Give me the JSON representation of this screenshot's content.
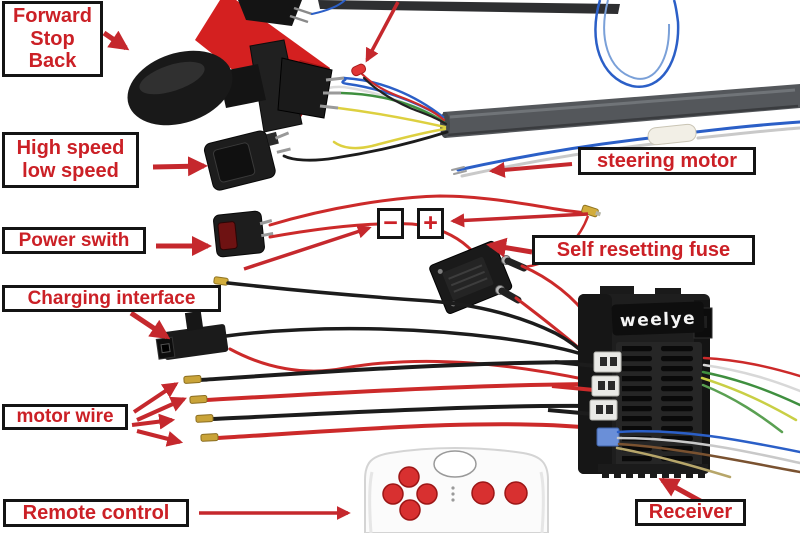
{
  "colors": {
    "background": "#ffffff",
    "label_text": "#cb2026",
    "label_border": "#141414",
    "arrow": "#c5282d",
    "wire_red": "#cc2a2a",
    "wire_black": "#1c1c1c",
    "wire_blue": "#2b5fc7",
    "wire_green": "#3f8f3f",
    "wire_yellow": "#ddd040",
    "wire_white": "#dcdcdc",
    "cable_gray": "#54575b",
    "component_black": "#1d1d1d",
    "terminal_gold": "#d2ad3c",
    "remote_body": "#fbfbfb",
    "button_red": "#d83030"
  },
  "labels": {
    "gear": {
      "line1": "Forward",
      "line2": "Stop",
      "line3": "Back"
    },
    "speed": {
      "line1": "High speed",
      "line2": "low speed"
    },
    "power": "Power swith",
    "charging": "Charging interface",
    "motor_wire": "motor wire",
    "remote": "Remote control",
    "steering": "steering motor",
    "fuse": "Self resetting fuse",
    "receiver": "Receiver",
    "battery_minus": "−",
    "battery_plus": "+"
  },
  "receiver": {
    "brand": "weelye"
  }
}
